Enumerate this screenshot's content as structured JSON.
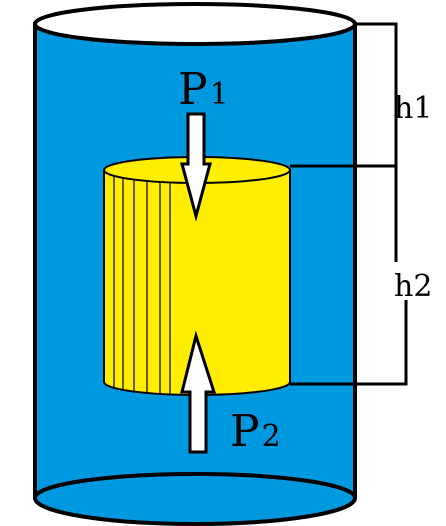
{
  "colors": {
    "water": "#0099e0",
    "body": "#ffee00",
    "outline": "#000000",
    "arrow_fill": "#ffffff"
  },
  "labels": {
    "p1_main": "P",
    "p1_sub": "1",
    "p2_main": "P",
    "p2_sub": "2",
    "h1": "h1",
    "h2": "h2"
  }
}
